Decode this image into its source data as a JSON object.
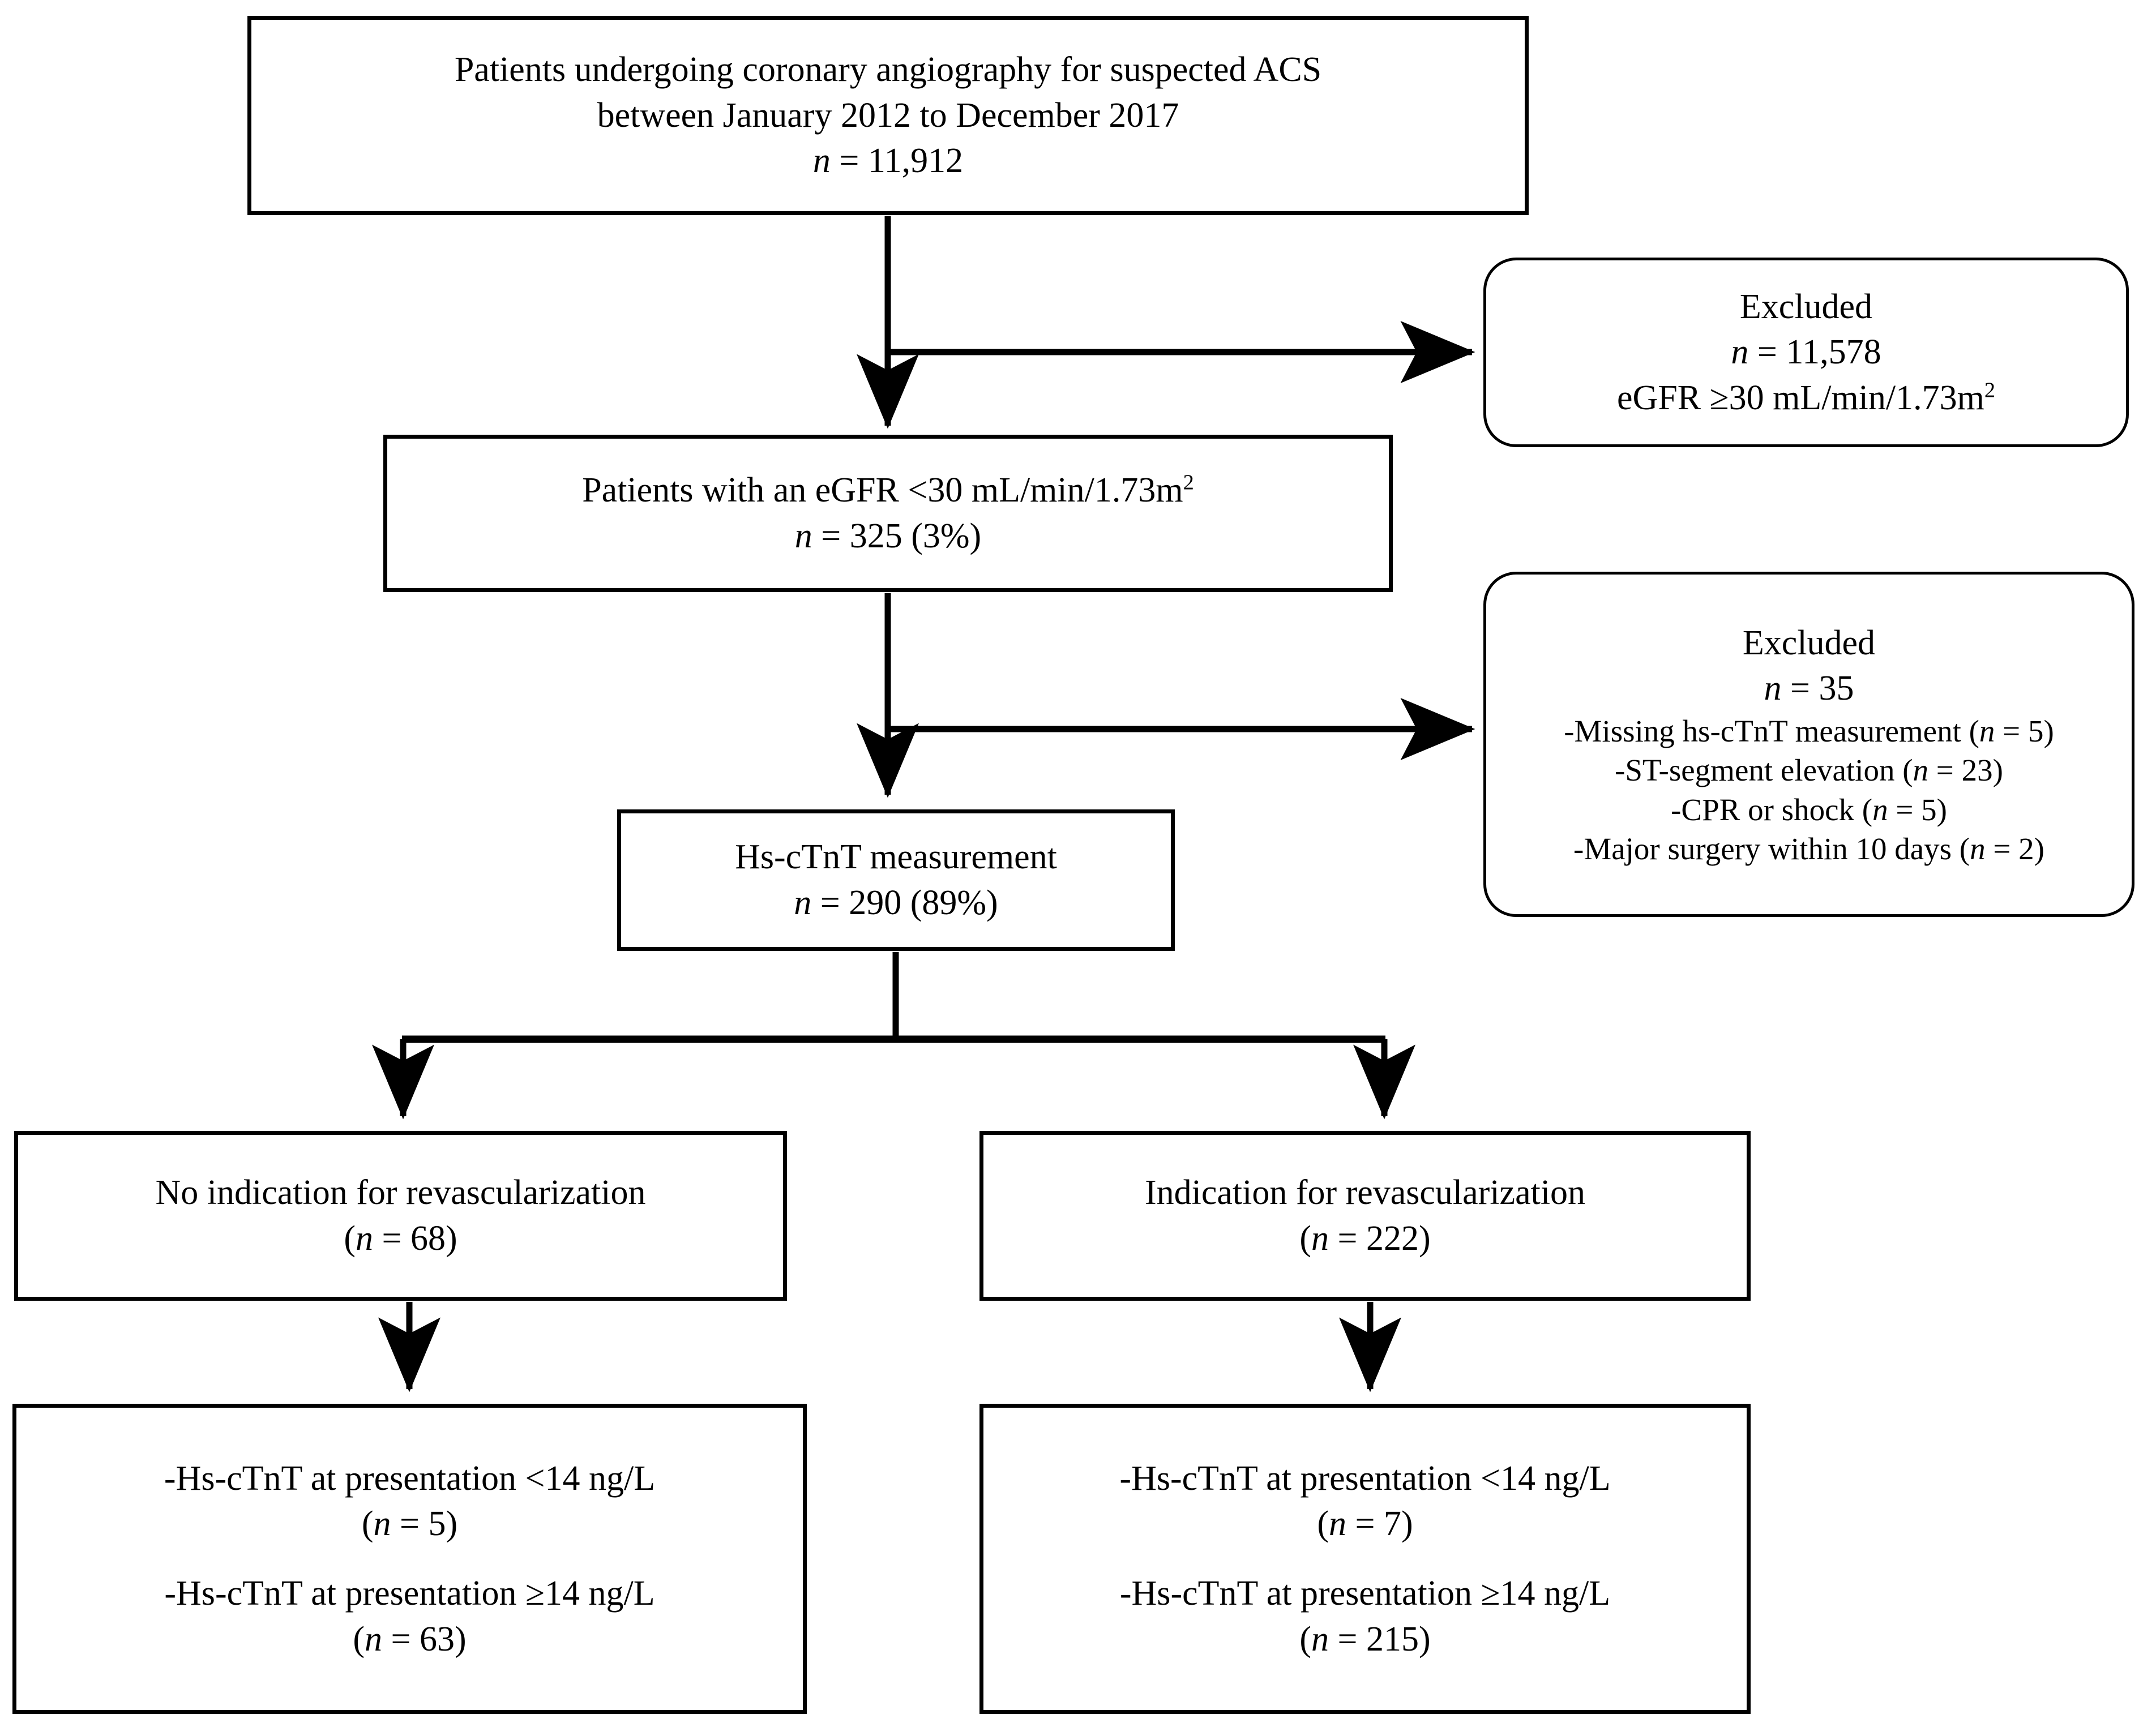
{
  "figure": {
    "type": "flowchart",
    "title": "Patient selection flow diagram"
  },
  "nodes": {
    "cohort": {
      "name": "cohort-box",
      "line1": "Patients undergoing coronary angiography for suspected ACS",
      "line2": "between January 2012 to December 2017",
      "count_prefix": "n",
      "count_eq": " = ",
      "count_value": "11,912"
    },
    "excluded_1": {
      "name": "excluded-egfr-box",
      "title": "Excluded",
      "count_prefix": "n",
      "count_eq": " = ",
      "count_value": "11,578",
      "reason_pre": "eGFR ≥30 mL/min/1.73m",
      "reason_sup": "2"
    },
    "egfr": {
      "name": "egfr-box",
      "line1_pre": "Patients with an eGFR <30 mL/min/1.73m",
      "line1_sup": "2",
      "count_prefix": "n",
      "count_eq": " = ",
      "count_value": "325 (3%)"
    },
    "excluded_2": {
      "name": "excluded-criteria-box",
      "title": "Excluded",
      "count_prefix": "n",
      "count_eq": " = ",
      "count_value": "35",
      "reasons": [
        {
          "text_pre": "-Missing hs-cTnT measurement (",
          "n": "n",
          "eq": " = ",
          "value": "5",
          "text_post": ")"
        },
        {
          "text_pre": "-ST-segment elevation (",
          "n": "n",
          "eq": " = ",
          "value": "23",
          "text_post": ")"
        },
        {
          "text_pre": "-CPR or shock (",
          "n": "n",
          "eq": " = ",
          "value": "5",
          "text_post": ")"
        },
        {
          "text_pre": "-Major surgery within 10 days (",
          "n": "n",
          "eq": " = ",
          "value": "2",
          "text_post": ")"
        }
      ]
    },
    "measurement": {
      "name": "hs-ctnt-measurement-box",
      "line1": "Hs-cTnT measurement",
      "count_prefix": "n",
      "count_eq": " = ",
      "count_value": "290 (89%)"
    },
    "no_revasc": {
      "name": "no-indication-revascularization-box",
      "line1": "No indication for revascularization",
      "count_open": "(",
      "count_prefix": "n",
      "count_eq": " = ",
      "count_value": "68",
      "count_close": ")"
    },
    "revasc": {
      "name": "indication-revascularization-box",
      "line1": "Indication for revascularization",
      "count_open": "(",
      "count_prefix": "n",
      "count_eq": " = ",
      "count_value": "222",
      "count_close": ")"
    },
    "no_revasc_detail": {
      "name": "no-indication-hs-ctnt-detail-box",
      "rows": [
        {
          "label": "-Hs-cTnT at presentation <14 ng/L",
          "open": "(",
          "n": "n",
          "eq": " = ",
          "value": "5",
          "close": ")"
        },
        {
          "label": "-Hs-cTnT at presentation ≥14 ng/L",
          "open": "(",
          "n": "n",
          "eq": " = ",
          "value": "63",
          "close": ")"
        }
      ]
    },
    "revasc_detail": {
      "name": "indication-hs-ctnt-detail-box",
      "rows": [
        {
          "label": "-Hs-cTnT at presentation <14 ng/L",
          "open": "(",
          "n": "n",
          "eq": " = ",
          "value": "7",
          "close": ")"
        },
        {
          "label": "-Hs-cTnT at presentation ≥14 ng/L",
          "open": "(",
          "n": "n",
          "eq": " = ",
          "value": "215",
          "close": ")"
        }
      ]
    }
  },
  "style": {
    "stroke": "#000000",
    "background": "#ffffff"
  }
}
